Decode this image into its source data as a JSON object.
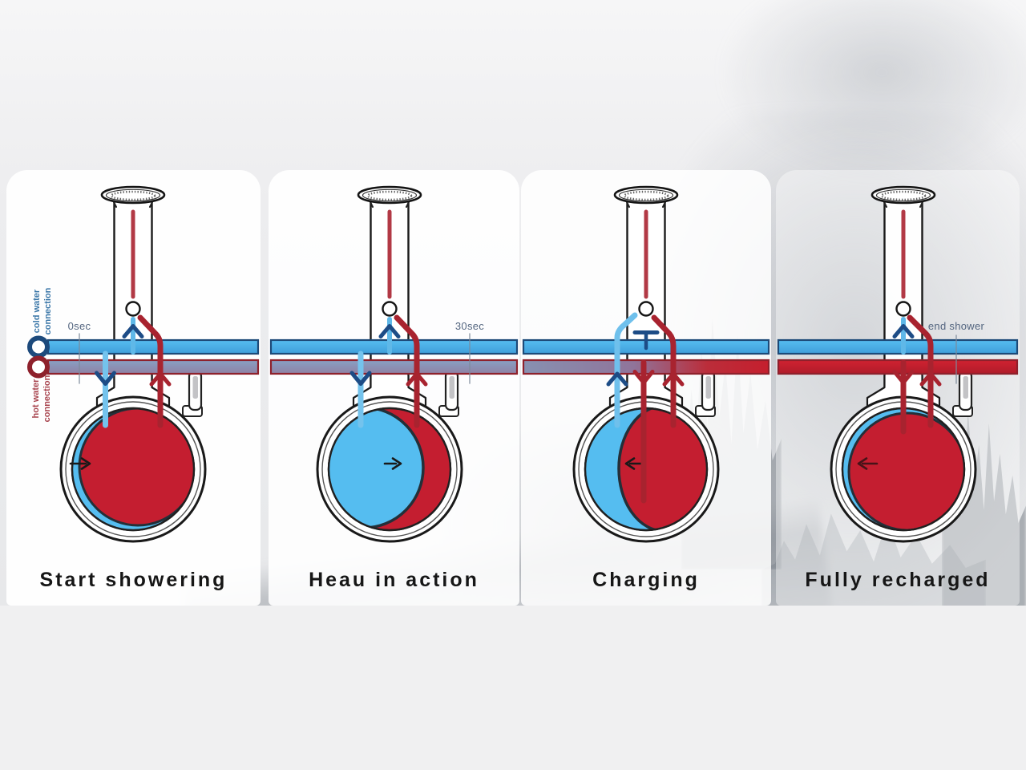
{
  "legend": {
    "cold": "cold water connection",
    "hot": "hot water connection"
  },
  "stages": [
    {
      "title": "Start showering",
      "time_label": "0sec",
      "tank_state": "mostly hot, thin cold layer",
      "flow_arrow": "right",
      "valve": "open"
    },
    {
      "title": "Heau in action",
      "time_label": "30sec",
      "tank_state": "cold displacing hot",
      "flow_arrow": "right",
      "valve": "open"
    },
    {
      "title": "Charging",
      "time_label": "",
      "tank_state": "hot displacing cold",
      "flow_arrow": "left",
      "valve": "closed"
    },
    {
      "title": "Fully recharged",
      "time_label": "end shower",
      "tank_state": "mostly hot, thin cold layer",
      "flow_arrow": "left",
      "valve": "open"
    }
  ],
  "colors": {
    "cold": "#55bdf0",
    "hot": "#c41e30",
    "navy": "#1d4c86",
    "dark_red": "#a8232f",
    "steel_pipe": "#8a93b4",
    "label_slate": "#53657f",
    "cold_label": "#3b77a8",
    "hot_label": "#a8444e",
    "title": "#161616"
  }
}
